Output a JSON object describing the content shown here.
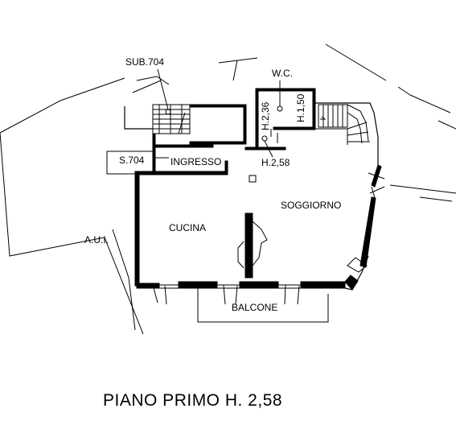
{
  "labels": {
    "sub704": "SUB.704",
    "wc": "W.C.",
    "h236": "H.2,36",
    "h150": "H.1,50",
    "ingresso": "INGRESSO",
    "s704": "S.704",
    "h258": "H.2,58",
    "soggiorno": "SOGGIORNO",
    "cucina": "CUCINA",
    "aui": "A.U.I.",
    "balcone": "BALCONE"
  },
  "title": "PIANO PRIMO H. 2,58"
}
